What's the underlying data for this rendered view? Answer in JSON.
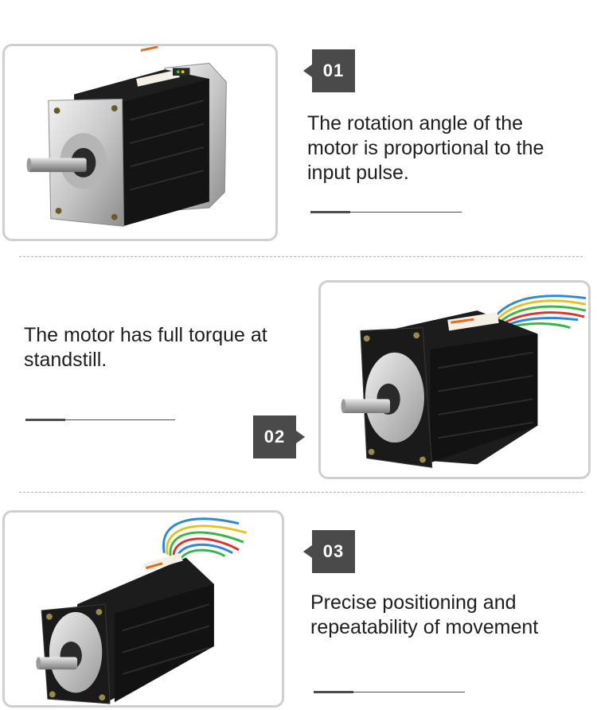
{
  "features": [
    {
      "number": "01",
      "text": "The rotation angle of the motor is proportional to the input pulse."
    },
    {
      "number": "02",
      "text": "The motor has full torque at standstill."
    },
    {
      "number": "03",
      "text": "Precise positioning and repeatability of movement"
    }
  ],
  "colors": {
    "badge": "#4a4a4a",
    "frame_border": "#cfcfcf",
    "motor_body": "#1b1b1b",
    "flange": "#c4c4c4"
  }
}
